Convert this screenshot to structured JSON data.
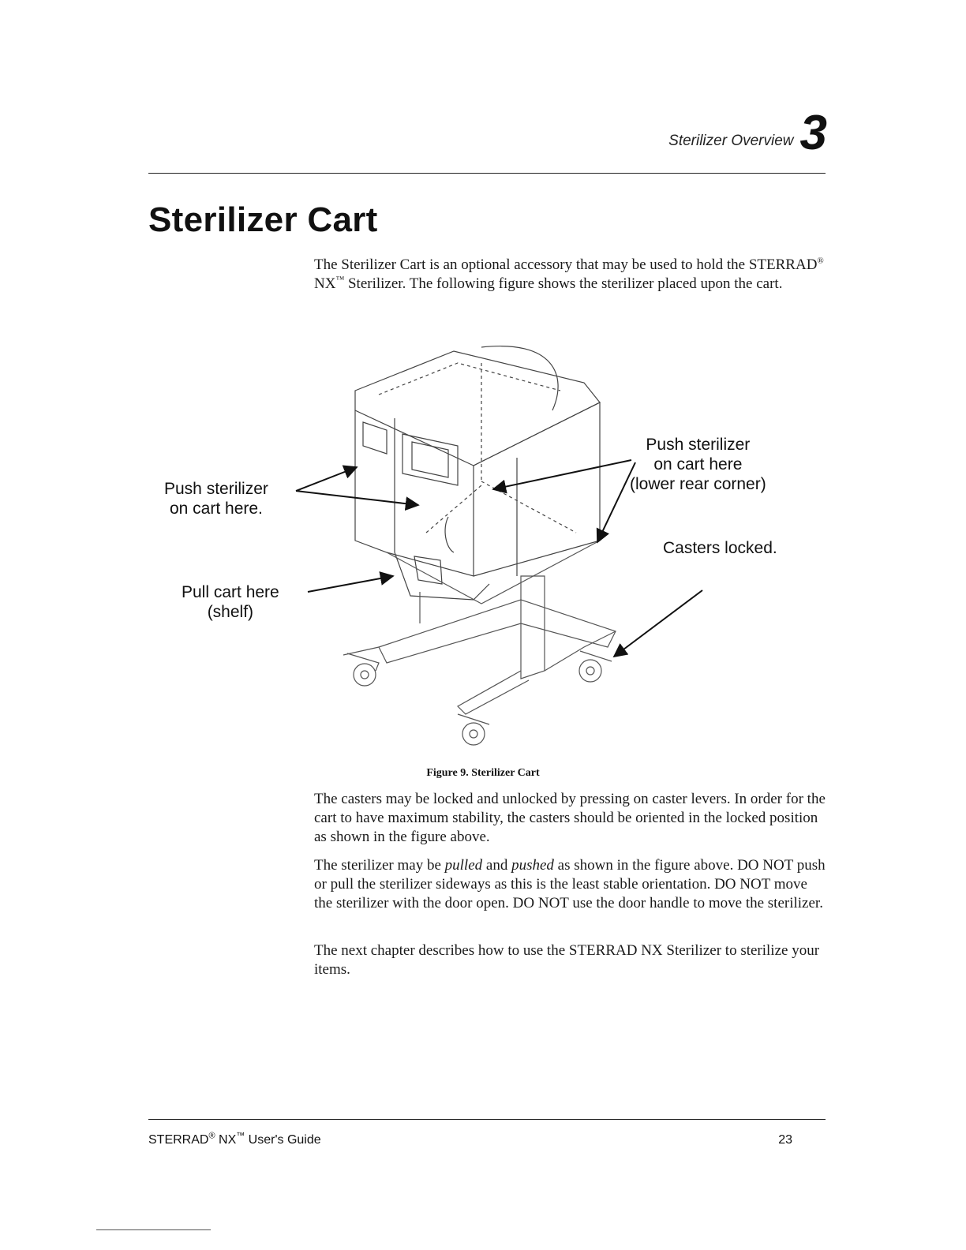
{
  "header": {
    "section": "Sterilizer Overview",
    "chapter_number": "3"
  },
  "title": "Sterilizer Cart",
  "paragraphs": {
    "intro": {
      "a": "The Sterilizer Cart is an optional accessory that may be used to hold the STERRAD",
      "reg": "®",
      "b": " NX",
      "tm": "™",
      "c": " Sterilizer. The following figure shows the sterilizer placed upon the cart."
    },
    "casters": "The casters may be locked and unlocked by pressing on caster levers. In order for the cart to have maximum stability, the casters should be oriented in the locked position as shown in the figure above.",
    "moving": {
      "a": "The sterilizer may be ",
      "pulled": "pulled",
      "b": " and ",
      "pushed": "pushed",
      "c": " as shown in the figure above.  DO NOT push or pull the sterilizer sideways as this is the least stable orientation. DO NOT move the sterilizer with the door open. DO NOT use the door handle to move the sterilizer."
    },
    "next": "The next chapter describes how to use the STERRAD NX Sterilizer to sterilize your items."
  },
  "figure": {
    "callouts": {
      "push_front_line1": "Push sterilizer",
      "push_front_line2": "on cart here.",
      "push_rear_line1": "Push sterilizer",
      "push_rear_line2": "on cart here",
      "push_rear_line3": "(lower rear corner)",
      "pull_line1": "Pull cart here",
      "pull_line2": "(shelf)",
      "casters": "Casters locked."
    },
    "caption": "Figure 9. Sterilizer Cart"
  },
  "footer": {
    "product": "STERRAD",
    "reg": "®",
    "model": " NX",
    "tm": "™",
    "guide": " User's Guide",
    "page_number": "23"
  }
}
